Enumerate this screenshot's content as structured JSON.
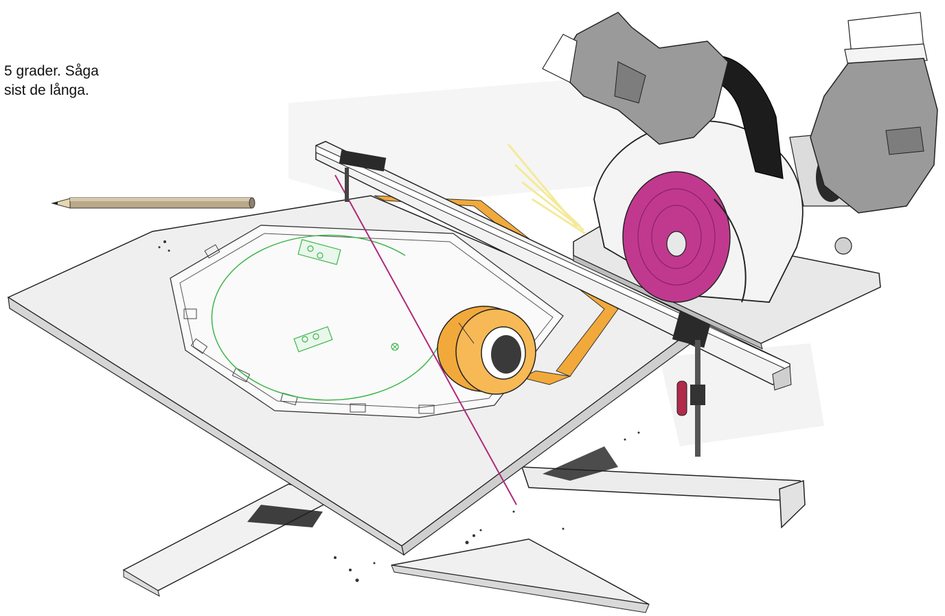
{
  "caption": {
    "line1": "5 grader. Såga",
    "line2": "sist de långa."
  },
  "illustration": {
    "subject": "circular saw cutting plywood board along clamped straightedge",
    "icons": [
      "pencil-icon",
      "tape-roll-icon",
      "circular-saw-icon",
      "clamp-icon",
      "glove-icon"
    ],
    "colors": {
      "board": "#efefef",
      "board_edge": "#d9d9d9",
      "ink": "#222222",
      "tape": "#f2a93b",
      "blade": "#c0398f",
      "cut_line": "#b0287a",
      "circle_guide": "#3cb54a",
      "glove": "#9a9a9a",
      "glove_dark": "#6f6f6f",
      "handle": "#1c1c1c",
      "clamp_red": "#b02a4a",
      "spark": "#f4ea9a"
    }
  }
}
